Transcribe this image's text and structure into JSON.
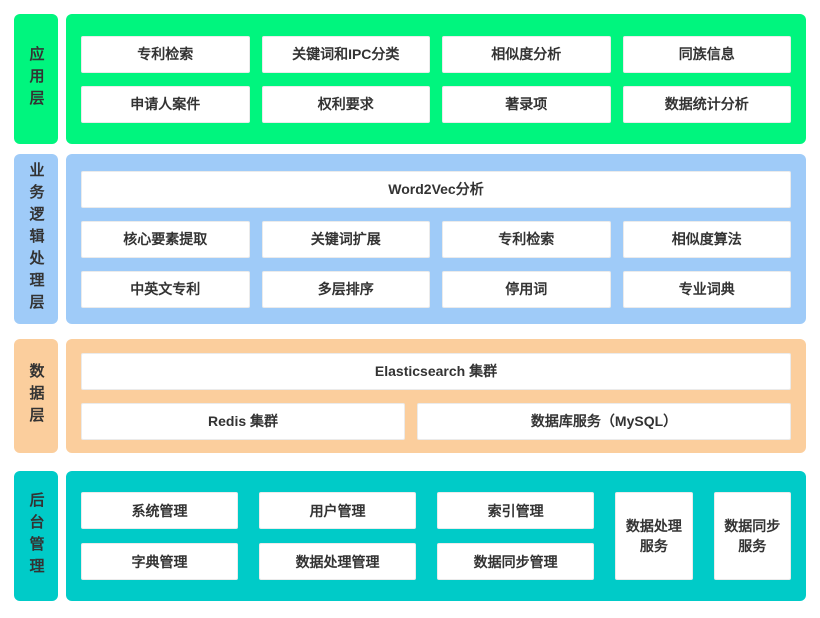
{
  "layers": [
    {
      "id": "application",
      "label": "应用层",
      "color": "#00F57E",
      "rows": [
        [
          "专利检索",
          "关键词和IPC分类",
          "相似度分析",
          "同族信息"
        ],
        [
          "申请人案件",
          "权利要求",
          "著录项",
          "数据统计分析"
        ]
      ]
    },
    {
      "id": "business-logic",
      "label": "业务逻辑处理层",
      "color": "#9FCBF8",
      "rows": [
        [
          "Word2Vec分析"
        ],
        [
          "核心要素提取",
          "关键词扩展",
          "专利检索",
          "相似度算法"
        ],
        [
          "中英文专利",
          "多层排序",
          "停用词",
          "专业词典"
        ]
      ]
    },
    {
      "id": "data",
      "label": "数据层",
      "color": "#FBCE9D",
      "rows": [
        [
          "Elasticsearch 集群"
        ],
        [
          "Redis 集群",
          "数据库服务（MySQL）"
        ]
      ]
    },
    {
      "id": "admin",
      "label": "后台管理",
      "color": "#00CBC8",
      "columns": [
        [
          "系统管理",
          "字典管理"
        ],
        [
          "用户管理",
          "数据处理管理"
        ],
        [
          "索引管理",
          "数据同步管理"
        ]
      ],
      "tall_cells": [
        "数据处理服务",
        "数据同步服务"
      ]
    }
  ],
  "text_color": "#333333",
  "background_color": "#FFFFFF"
}
